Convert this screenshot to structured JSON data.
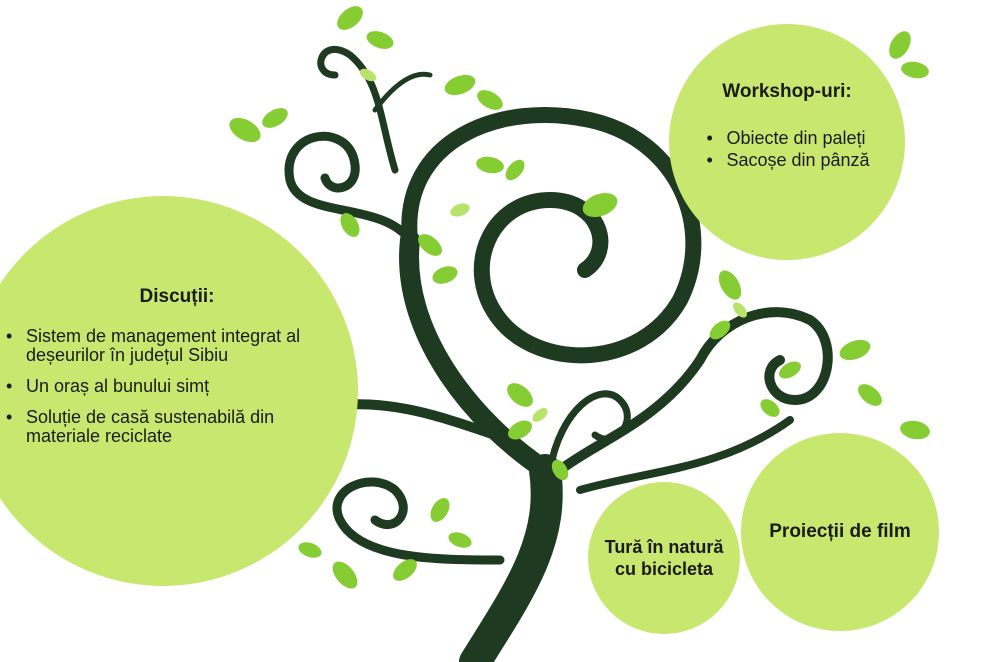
{
  "palette": {
    "trunk": "#1e3a20",
    "leaf": "#86cc33",
    "leaf_light": "#b8e36a",
    "bubble": "#c7e76f",
    "text": "#1b1b1b"
  },
  "bubbles": {
    "discutii": {
      "title": "Discuții:",
      "items": [
        "Sistem de management integrat al deșeurilor în județul Sibiu",
        "Un oraș al bunului simț",
        "Soluție de casă sustenabilă din materiale reciclate"
      ]
    },
    "workshop": {
      "title": "Workshop-uri:",
      "items": [
        "Obiecte din paleți",
        "Sacoșe din pânză"
      ]
    },
    "tura": {
      "title": "Tură în natură cu bicicleta"
    },
    "proiectii": {
      "title": "Proiecții de film"
    }
  }
}
